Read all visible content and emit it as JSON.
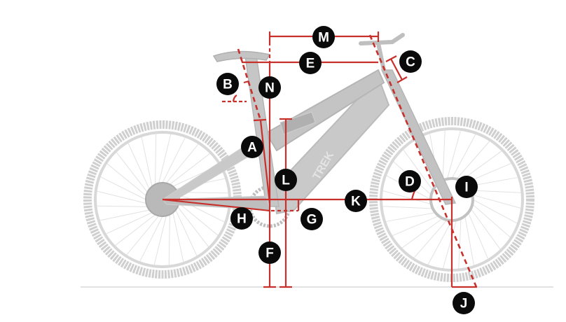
{
  "colors": {
    "measure": "#c8302c",
    "bike": "#cfcfcf",
    "bike_dark": "#b5b5b5",
    "badge": "#0a0a0a",
    "ground": "#d9d9d9"
  },
  "frame_brand": "TREK",
  "labels": {
    "A": "A",
    "B": "B",
    "C": "C",
    "D": "D",
    "E": "E",
    "F": "F",
    "G": "G",
    "H": "H",
    "I": "I",
    "J": "J",
    "K": "K",
    "L": "L",
    "M": "M",
    "N": "N"
  }
}
